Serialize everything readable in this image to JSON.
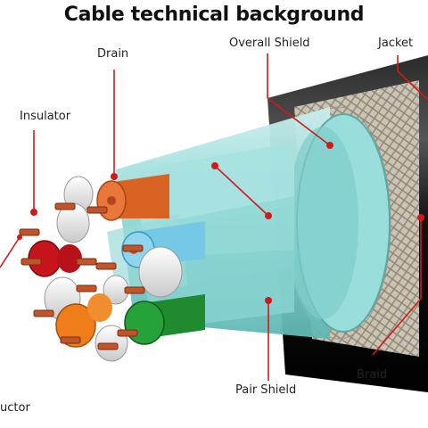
{
  "title": "Cable technical background",
  "labels": {
    "drain": "Drain",
    "overall_shield": "Overall Shield",
    "jacket": "Jacket",
    "insulator": "Insulator",
    "braid": "Braid",
    "pair_shield": "Pair Shield",
    "conductor": "uctor"
  },
  "colors": {
    "leader": "#d01a1a",
    "jacket": "#151515",
    "braid": "#bfb6a4",
    "shield": "#8fd6d3",
    "drain_wire": "#c8551c",
    "pair_blue": "#6cc6e6",
    "pair_green": "#1f8a2e",
    "pair_orange": "#ef7d19",
    "pair_red": "#c8141c",
    "copper": "#c0542a"
  }
}
